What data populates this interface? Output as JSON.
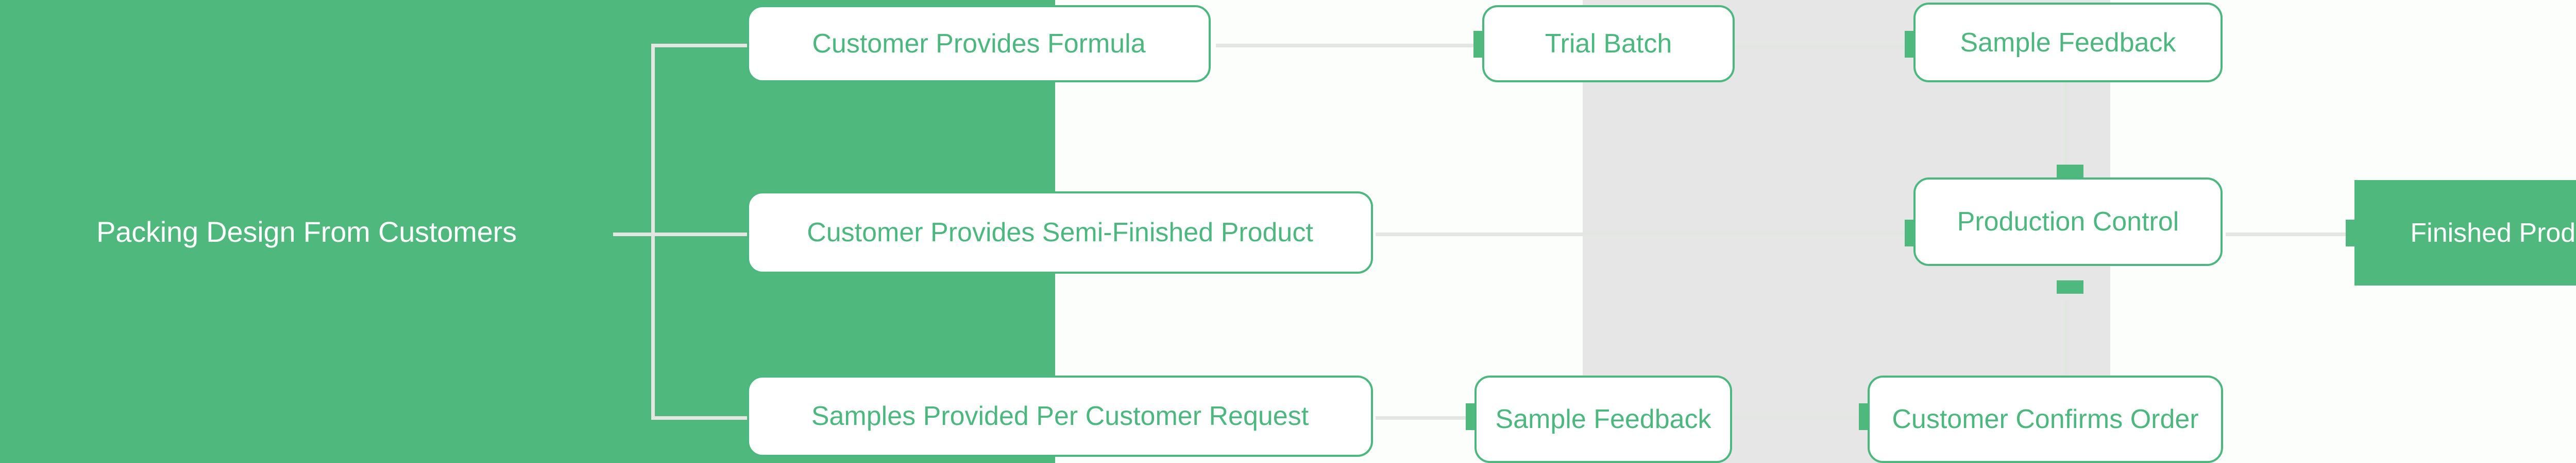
{
  "diagram": {
    "title": "Packing Design From Customers",
    "type": "process-flowchart",
    "colors": {
      "brand_green": "#4FB87D",
      "node_border_green": "#4CB77E",
      "node_text_green": "#4CB77E",
      "node_fill": "#FFFFFF",
      "band_gray": "#E6E6E6",
      "connector_line": "#E3E6E3",
      "on_green_text": "#FFFFFF"
    },
    "root": {
      "label": "Packing Design From Customers"
    },
    "branches": [
      {
        "row": "top",
        "nodes": [
          {
            "id": "customer-provides-formula",
            "label": "Customer Provides Formula"
          },
          {
            "id": "trial-batch",
            "label": "Trial Batch"
          },
          {
            "id": "sample-feedback-top",
            "label": "Sample Feedback"
          }
        ]
      },
      {
        "row": "middle",
        "nodes": [
          {
            "id": "customer-provides-semi-finished-product",
            "label": "Customer Provides Semi-Finished Product"
          },
          {
            "id": "production-control",
            "label": "Production Control"
          },
          {
            "id": "finished-product",
            "label": "Finished Product"
          }
        ]
      },
      {
        "row": "bottom",
        "nodes": [
          {
            "id": "samples-provided-per-customer-request",
            "label": "Samples Provided Per Customer Request"
          },
          {
            "id": "sample-feedback-bottom",
            "label": "Sample Feedback"
          },
          {
            "id": "customer-confirms-order",
            "label": "Customer Confirms Order"
          }
        ]
      }
    ],
    "nodes": {
      "customer_provides_formula": "Customer Provides Formula",
      "trial_batch": "Trial Batch",
      "sample_feedback_top": "Sample Feedback",
      "customer_provides_semi_finished": "Customer Provides Semi-Finished Product",
      "production_control": "Production Control",
      "finished_product": "Finished Product",
      "samples_provided_per_request": "Samples Provided Per Customer Request",
      "sample_feedback_bottom": "Sample Feedback",
      "customer_confirms_order": "Customer Confirms Order"
    }
  }
}
